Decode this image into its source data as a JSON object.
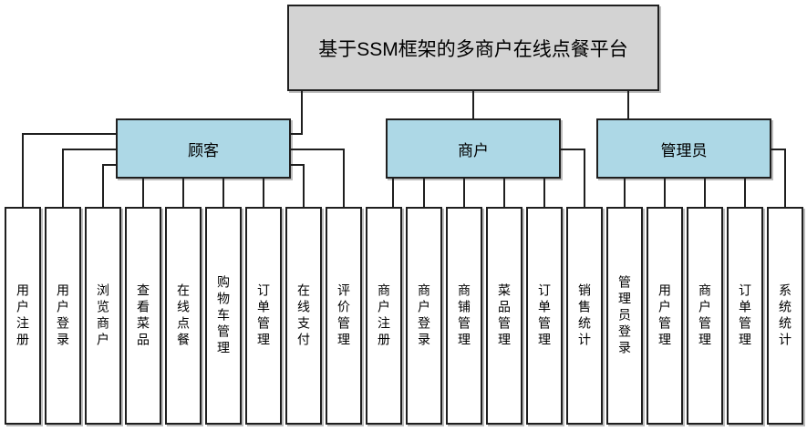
{
  "title": "基于SSM框架的多商户在线点餐平台",
  "groups": [
    {
      "label": "顾客",
      "children": [
        "用户注册",
        "用户登录",
        "浏览商户",
        "查看菜品",
        "在线点餐",
        "购物车管理",
        "订单管理",
        "在线支付",
        "评价管理"
      ]
    },
    {
      "label": "商户",
      "children": [
        "商户注册",
        "商户登录",
        "商铺管理",
        "菜品管理",
        "订单管理",
        "销售统计"
      ]
    },
    {
      "label": "管理员",
      "children": [
        "管理员登录",
        "用户管理",
        "商户管理",
        "订单管理",
        "系统统计"
      ]
    }
  ],
  "colors": {
    "root_fill": "#d3d3d3",
    "group_fill": "#add8e6",
    "leaf_fill": "#ffffff",
    "border": "#1f1f1f",
    "shadow": "#bdbdbd",
    "text": "#000000"
  }
}
